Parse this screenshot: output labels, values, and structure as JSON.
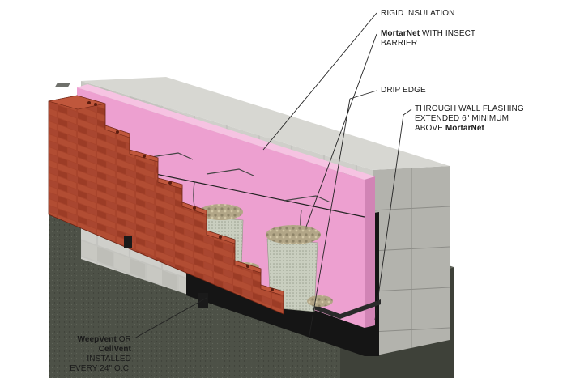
{
  "callouts": {
    "rigid_insulation": {
      "line1": "RIGID INSULATION"
    },
    "mortarnet": {
      "line1_bold": "MortarNet",
      "line1_rest": " WITH INSECT",
      "line2": "BARRIER"
    },
    "drip_edge": {
      "line1": "DRIP EDGE"
    },
    "flashing": {
      "line1": "THROUGH WALL FLASHING",
      "line2": "EXTENDED 6\" MINIMUM",
      "line3_rest": "ABOVE ",
      "line3_bold": "MortarNet"
    },
    "weepvent": {
      "line1_bold": "WeepVent",
      "line1_rest": " OR",
      "line2_bold": "CellVent",
      "line3": "INSTALLED",
      "line4": "EVERY 24\" O.C."
    }
  },
  "colors": {
    "brick": "#a8442c",
    "brick_dark": "#7a2a18",
    "insulation": "#eda0d0",
    "block": "#c9c9c4",
    "foundation": "#4e5248",
    "flashing": "#111111",
    "mesh": "#c8cdbf",
    "gravel": "#b5a98a"
  },
  "icons": {
    "weep_vent_upper": "weep-vent-icon",
    "weep_vent_lower": "weep-vent-icon"
  }
}
